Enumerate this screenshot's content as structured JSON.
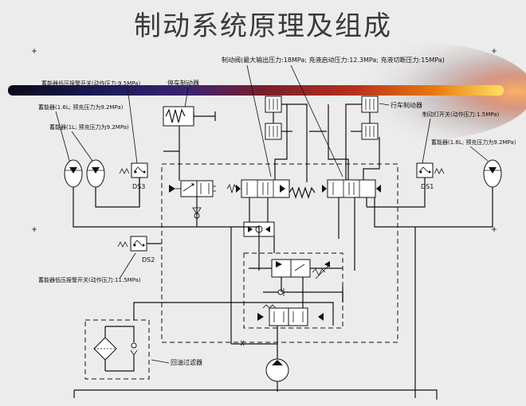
{
  "title": "制动系统原理及组成",
  "labels": {
    "brake_valve": "制动阀(最大输出压力:18MPa; 充液启动压力:12.3MPa; 充液切断压力:15MPa)",
    "accumulator_low_switch": "蓄能器低压报警开关(动作压力:9.5MPa)",
    "park_brake": "停车制动器",
    "accumulator_left_1": "蓄能器(1.6L; 预充压力为9.2MPa)",
    "accumulator_left_2": "蓄能器(1L; 预充压力为9.2MPa)",
    "service_brake": "行车制动器",
    "stop_light_switch": "制动灯开关(动作压力:1.5MPa)",
    "accumulator_right": "蓄能器(1.6L; 预充压力为9.2MPa)",
    "park_pressure_switch": "蓄能器低压报警开关(动作压力:11.5MPa)",
    "return_filter": "回油过滤器",
    "ds1": "DS1",
    "ds2": "DS2",
    "ds3": "DS3"
  }
}
